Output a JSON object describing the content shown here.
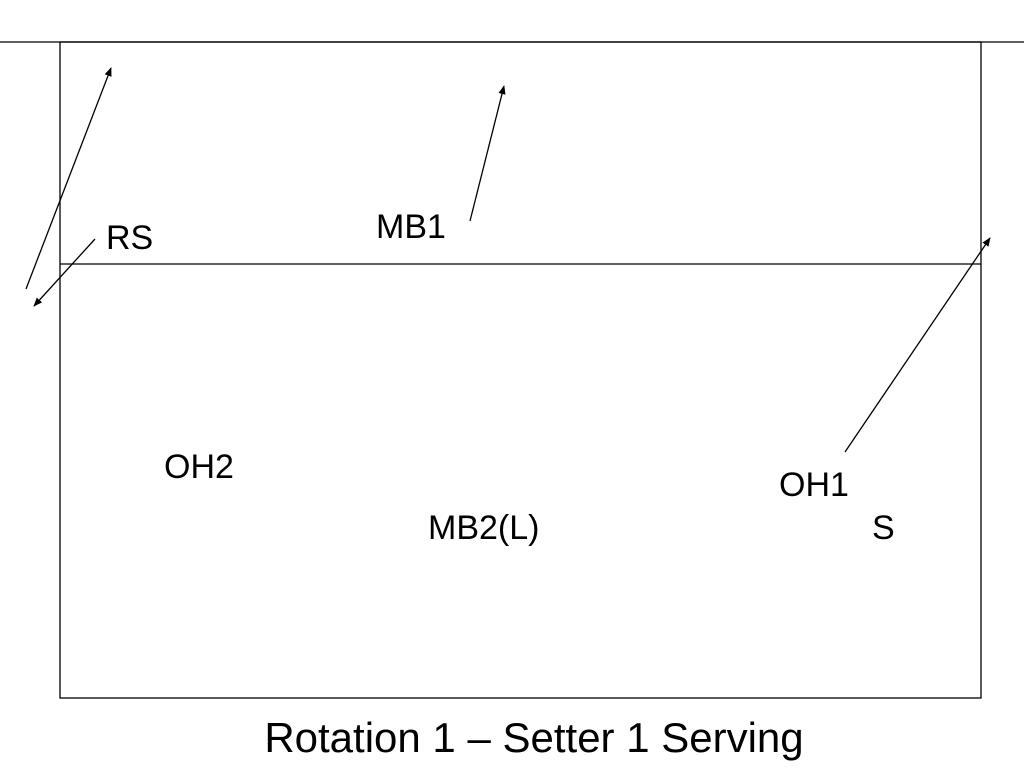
{
  "slide": {
    "caption": "Rotation 1 – Setter 1 Serving",
    "colors": {
      "ink": "#000000",
      "background": "#ffffff"
    }
  },
  "players": {
    "rs": "RS",
    "mb1": "MB1",
    "oh2": "OH2",
    "oh1": "OH1",
    "mb2": "MB2(L)",
    "s": "S"
  }
}
